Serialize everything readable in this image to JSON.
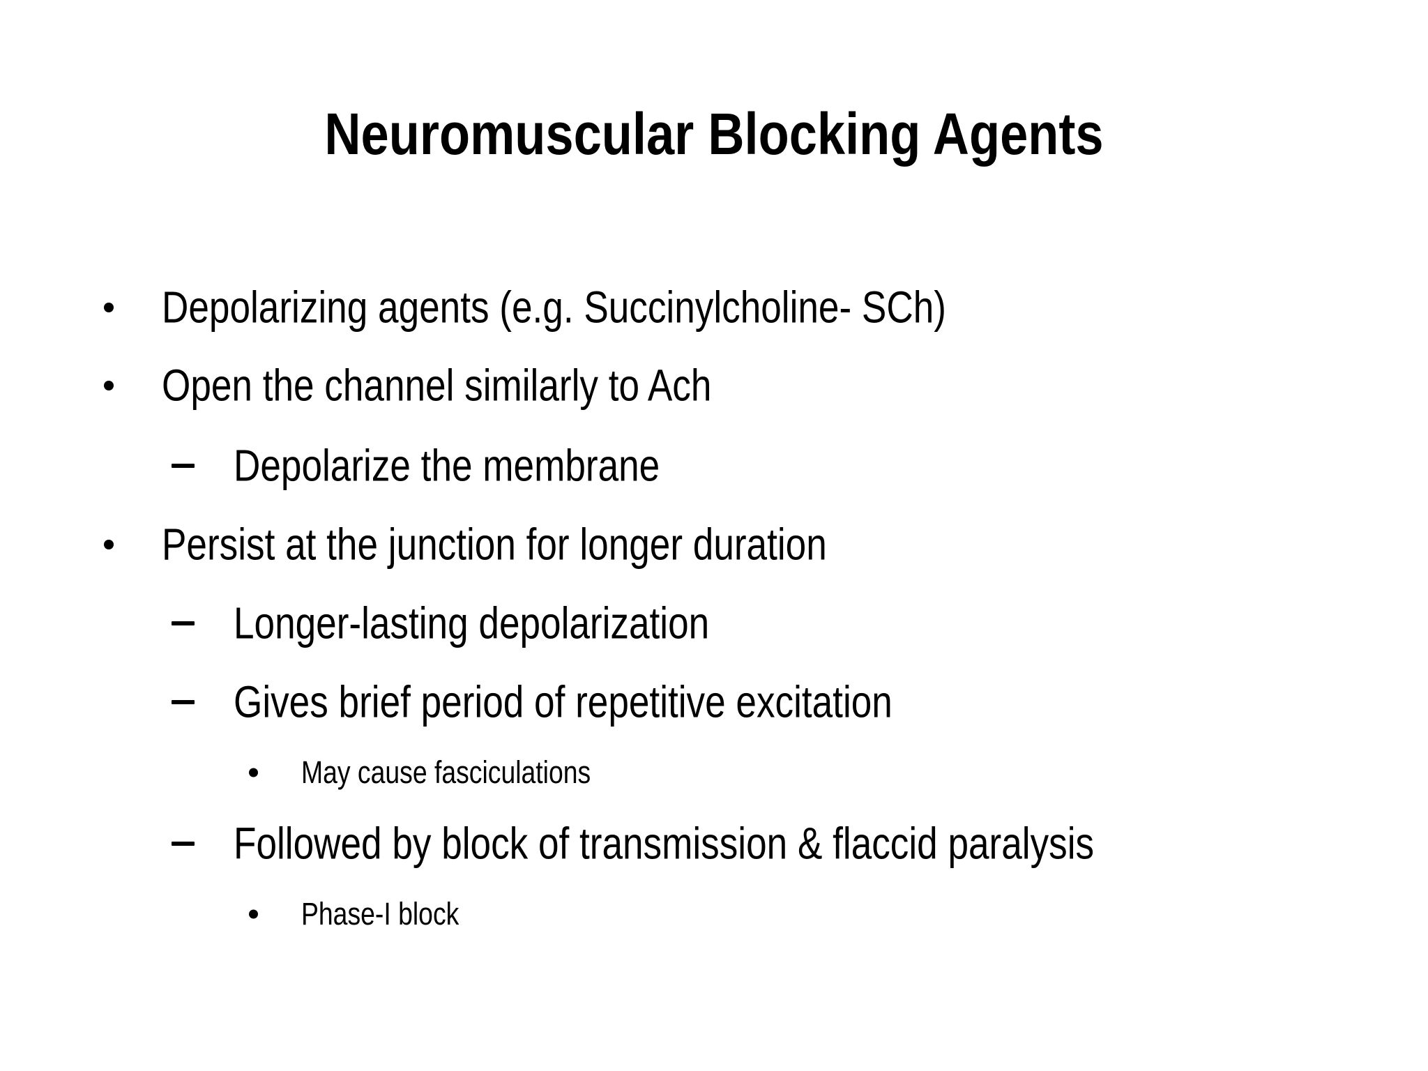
{
  "slide": {
    "title": "Neuromuscular Blocking Agents",
    "bullets": [
      {
        "level": 1,
        "marker": "bullet-dot",
        "text": "Depolarizing agents (e.g. Succinylcholine- SCh)"
      },
      {
        "level": 1,
        "marker": "bullet-dot",
        "text": "Open the channel similarly to Ach"
      },
      {
        "level": 2,
        "marker": "dash",
        "text": "Depolarize the membrane"
      },
      {
        "level": 1,
        "marker": "bullet-dot",
        "text": "Persist at the junction for longer duration"
      },
      {
        "level": 2,
        "marker": "dash",
        "text": "Longer-lasting depolarization"
      },
      {
        "level": 2,
        "marker": "dash",
        "text": "Gives brief period of repetitive excitation"
      },
      {
        "level": 3,
        "marker": "bullet-dot-small",
        "text": "May cause fasciculations"
      },
      {
        "level": 2,
        "marker": "dash",
        "text": "Followed by block of transmission & flaccid paralysis"
      },
      {
        "level": 3,
        "marker": "bullet-dot-small",
        "text": "Phase-I block"
      }
    ],
    "colors": {
      "text": "#000000",
      "background": "#ffffff"
    }
  }
}
